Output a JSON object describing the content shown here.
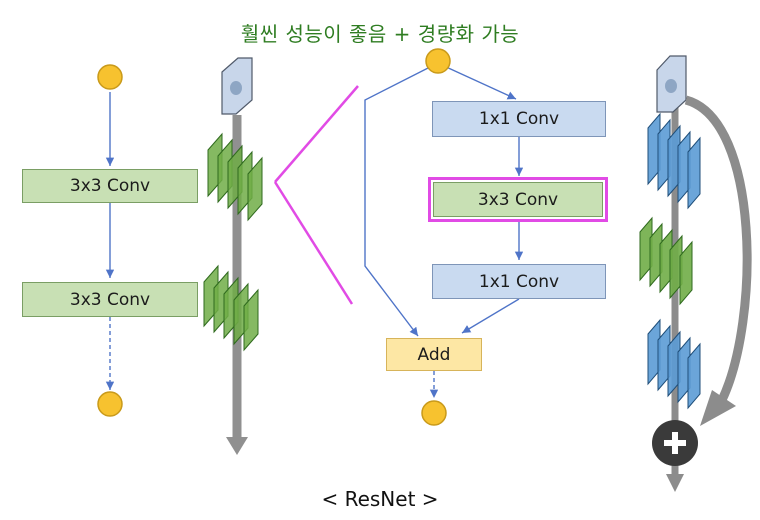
{
  "title": "훨씬 성능이 좋음 + 경량화 가능",
  "caption": "< ResNet >",
  "left_block": {
    "conv1": "3x3 Conv",
    "conv2": "3x3 Conv"
  },
  "bottleneck_block": {
    "conv1": "1x1 Conv",
    "conv2": "3x3 Conv",
    "conv3": "1x1 Conv",
    "add": "Add"
  },
  "colors": {
    "highlight": "#e14be5",
    "arrow": "#4f74c8",
    "node": "#f7c22f",
    "title": "#2f7d22"
  },
  "icons": [
    "plus-icon"
  ]
}
